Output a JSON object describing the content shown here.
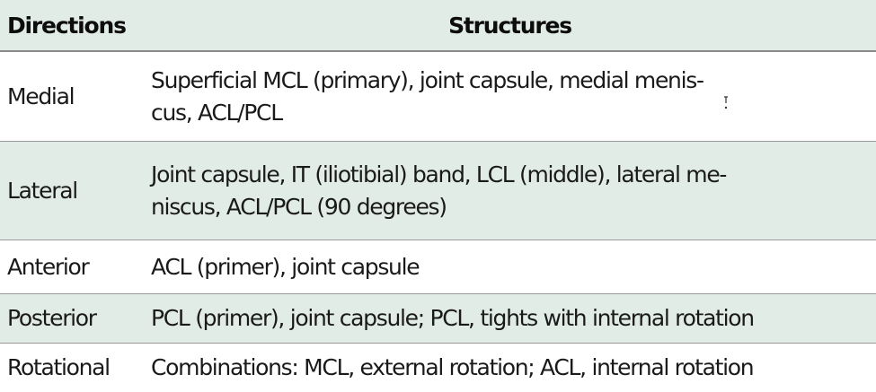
{
  "table": {
    "headers": {
      "directions": "Directions",
      "structures": "Structures"
    },
    "rows": [
      {
        "direction": "Medial",
        "structures_line1": "Superficial MCL (primary), joint capsule, medial menis-",
        "structures_line2": "cus, ACL/PCL"
      },
      {
        "direction": "Lateral",
        "structures_line1": "Joint capsule, IT (iliotibial) band, LCL (middle), lateral me-",
        "structures_line2": "niscus, ACL/PCL (90 degrees)"
      },
      {
        "direction": "Anterior",
        "structures_line1": "ACL (primer), joint capsule"
      },
      {
        "direction": "Posterior",
        "structures_line1": "PCL (primer), joint capsule; PCL, tights with internal rotation"
      },
      {
        "direction": "Rotational",
        "structures_line1": "Combinations: MCL, external rotation; ACL, internal rotation"
      }
    ]
  },
  "colors": {
    "row_band": "#e2ece7",
    "background": "#ffffff",
    "rule": "#9a9a9a"
  }
}
